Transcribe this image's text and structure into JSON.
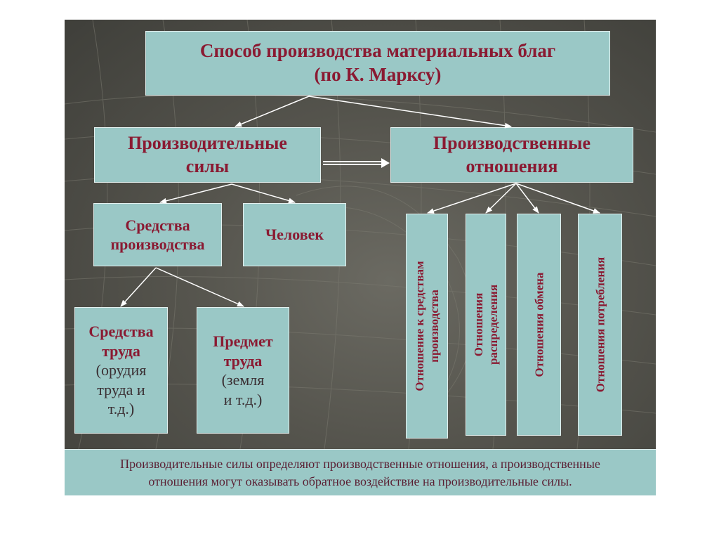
{
  "title_box": {
    "line1": "Способ производства материальных благ",
    "line2": "(по К. Марксу)"
  },
  "productive_forces": {
    "line1": "Производительные",
    "line2": "силы"
  },
  "production_relations": {
    "line1": "Производственные",
    "line2": "отношения"
  },
  "means_of_production": {
    "line1": "Средства",
    "line2": "производства"
  },
  "human": {
    "label": "Человек"
  },
  "means_of_labor": {
    "line1": "Средства",
    "line2": "труда",
    "line3": "(орудия",
    "line4": "труда и",
    "line5": "т.д.)"
  },
  "object_of_labor": {
    "line1": "Предмет",
    "line2": "труда",
    "line3": "(земля",
    "line4": "и т.д.)"
  },
  "relations": [
    {
      "line1": "Отношение к средствам",
      "line2": "производства"
    },
    {
      "line1": "Отношения",
      "line2": "распределения"
    },
    {
      "line1": "Отношения обмена"
    },
    {
      "line1": "Отношения потребления"
    }
  ],
  "note": {
    "line1": "Производительные силы определяют производственные отношения, а производственные",
    "line2": "отношения могут оказывать обратное воздействие на производительные силы."
  },
  "colors": {
    "box_fill": "#9ac8c6",
    "text": "#8a1a32",
    "background": "#55544d"
  }
}
